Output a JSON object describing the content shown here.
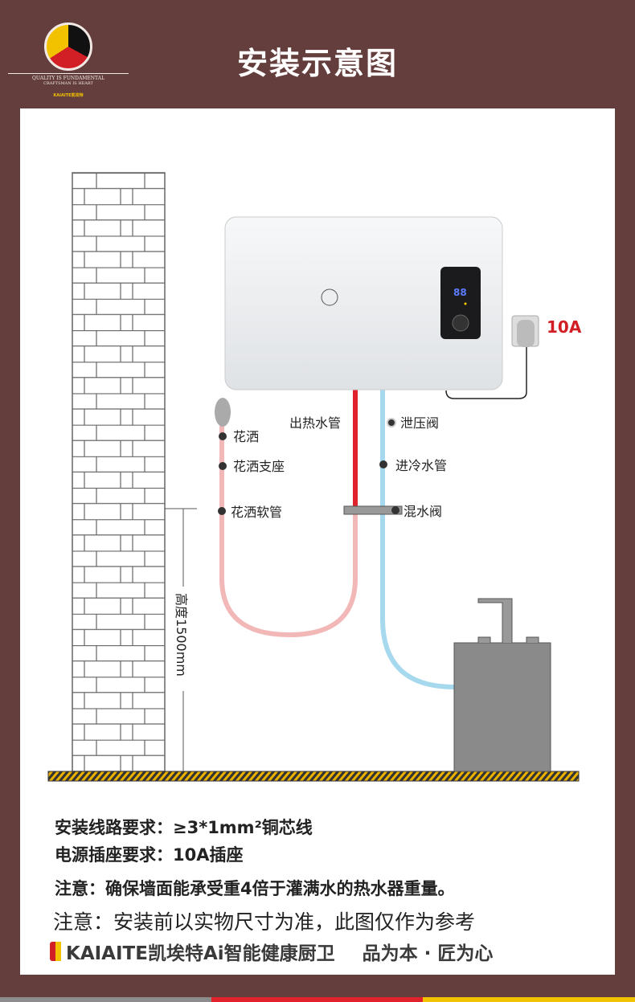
{
  "header": {
    "title": "安装示意图",
    "logo": {
      "line1": "QUALITY IS FUNDAMENTAL",
      "line2": "CRAFTSMAN IS HEART",
      "brand": "KAIAITE凯埃特"
    }
  },
  "diagram": {
    "plug_rating": "10A",
    "display_value": "88",
    "height_label": "高度1500mm",
    "labels": {
      "shower_head": "花洒",
      "shower_holder": "花洒支座",
      "shower_hose": "花洒软管",
      "hot_outlet": "出热水管",
      "relief_valve": "泄压阀",
      "cold_inlet": "进冷水管",
      "mixing_valve": "混水阀"
    }
  },
  "requirements": [
    "安装线路要求：≥3*1mm²铜芯线",
    "电源插座要求：10A插座",
    "注意：确保墙面能承受重4倍于灌满水的热水器重量。"
  ],
  "note": "注意：安装前以实物尺寸为准，此图仅作为参考",
  "footer": {
    "brand": "KAIAITE凯埃特Ai智能健康厨卫",
    "slogan": "品为本 · 匠为心"
  },
  "colors": {
    "background": "#633e3c",
    "hot_pipe": "#e0232a",
    "cold_pipe": "#a6d8ee",
    "hose": "#f2b7b7",
    "accent_red": "#d21f26",
    "accent_yellow": "#f2c200"
  }
}
